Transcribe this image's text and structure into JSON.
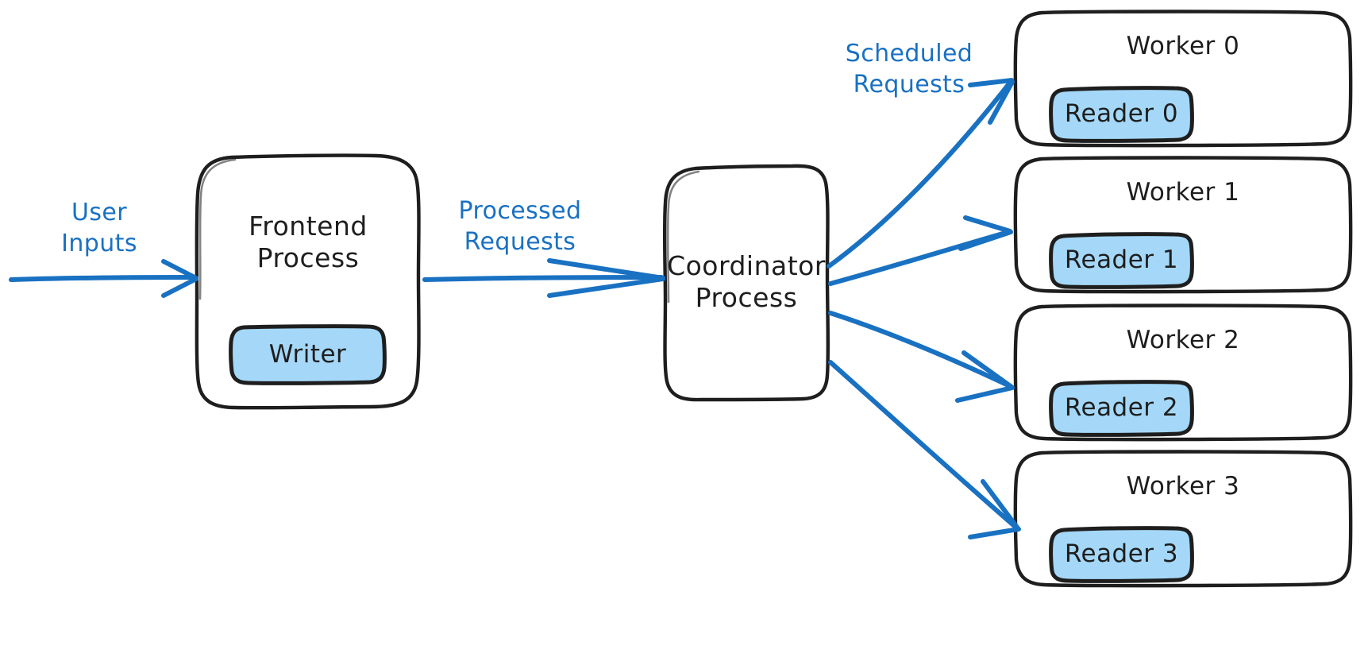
{
  "diagram": {
    "title": "Frontend / Coordinator / Worker process architecture",
    "background": "#ffffff",
    "colors": {
      "stroke": "#1e1e1e",
      "arrow": "#1971c2",
      "edge_label": "#1971c2",
      "chip_fill": "#a5d8f8",
      "node_fill": "#ffffff"
    }
  },
  "nodes": {
    "frontend": {
      "label": "Frontend\nProcess",
      "chip": {
        "label": "Writer"
      }
    },
    "coordinator": {
      "label": "Coordinator\nProcess"
    },
    "workers": [
      {
        "label": "Worker 0",
        "chip": {
          "label": "Reader 0"
        }
      },
      {
        "label": "Worker 1",
        "chip": {
          "label": "Reader 1"
        }
      },
      {
        "label": "Worker 2",
        "chip": {
          "label": "Reader 2"
        }
      },
      {
        "label": "Worker 3",
        "chip": {
          "label": "Reader 3"
        }
      }
    ]
  },
  "edges": {
    "user_inputs": {
      "label": "User\nInputs"
    },
    "processed_requests": {
      "label": "Processed\nRequests"
    },
    "scheduled_requests": {
      "label": "Scheduled\nRequests"
    }
  }
}
